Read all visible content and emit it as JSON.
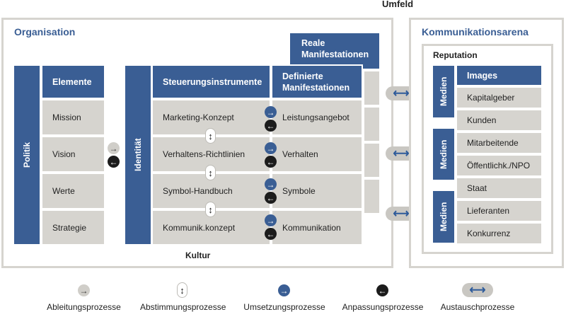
{
  "umfeld": "Umfeld",
  "organisation": {
    "title": "Organisation",
    "politik": "Politik",
    "elemente_header": "Elemente",
    "elemente": [
      "Mission",
      "Vision",
      "Werte",
      "Strategie"
    ],
    "identitaet": "Identität",
    "steuerung_header": "Steuerungsinstrumente",
    "steuerung": [
      "Marketing-Konzept",
      "Verhaltens-Richtlinien",
      "Symbol-Handbuch",
      "Kommunik.konzept"
    ],
    "definierte_header": "Definierte Manifestationen",
    "definierte": [
      "Leistungsangebot",
      "Verhalten",
      "Symbole",
      "Kommunikation"
    ],
    "reale_header": "Reale Manifestationen",
    "kultur": "Kultur"
  },
  "arena": {
    "title": "Kommunikationsarena",
    "reputation": "Reputation",
    "images_header": "Images",
    "medien": "Medien",
    "stakeholders": [
      "Kapitalgeber",
      "Kunden",
      "Mitarbeitende",
      "Öffentlichk./NPO",
      "Staat",
      "Lieferanten",
      "Konkurrenz"
    ]
  },
  "icons": {
    "right_arrow": "→",
    "left_arrow": "←",
    "updown": "↕",
    "leftright": "⟷"
  },
  "legend": {
    "ableitung": "Ableitungsprozesse",
    "abstimmung": "Abstimmungsprozesse",
    "umsetzung": "Umsetzungsprozesse",
    "anpassung": "Anpassungsprozesse",
    "austausch": "Austauschprozesse"
  },
  "colors": {
    "blue": "#3a5e94",
    "gray": "#d6d4cf",
    "black": "#1c1c1c"
  }
}
